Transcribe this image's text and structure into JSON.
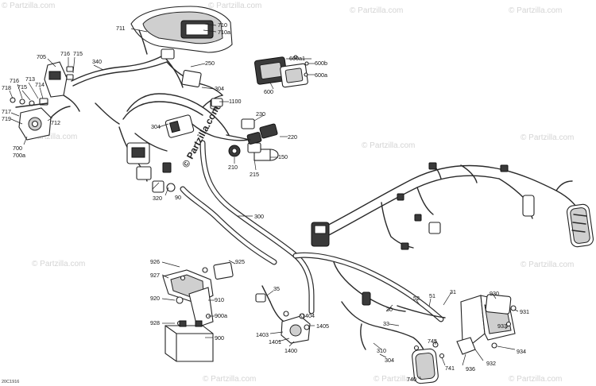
{
  "watermark": "© Partzilla.com",
  "center_brand": "© Partzilla.com",
  "drawing_code": "20C1916",
  "callouts": [
    {
      "id": "c711",
      "label": "711"
    },
    {
      "id": "c710",
      "label": "710"
    },
    {
      "id": "c710a",
      "label": "710a"
    },
    {
      "id": "c705",
      "label": "705"
    },
    {
      "id": "c716a",
      "label": "716"
    },
    {
      "id": "c715a",
      "label": "715"
    },
    {
      "id": "c340",
      "label": "340"
    },
    {
      "id": "c250",
      "label": "250"
    },
    {
      "id": "c716b",
      "label": "716"
    },
    {
      "id": "c718",
      "label": "718"
    },
    {
      "id": "c715b",
      "label": "715"
    },
    {
      "id": "c713",
      "label": "713"
    },
    {
      "id": "c714",
      "label": "714"
    },
    {
      "id": "c717",
      "label": "717"
    },
    {
      "id": "c719",
      "label": "719"
    },
    {
      "id": "c712",
      "label": "712"
    },
    {
      "id": "c700",
      "label": "700"
    },
    {
      "id": "c700a",
      "label": "700a"
    },
    {
      "id": "c304a",
      "label": "304"
    },
    {
      "id": "c1100",
      "label": "1100"
    },
    {
      "id": "c304b",
      "label": "304"
    },
    {
      "id": "c600a1",
      "label": "600a1"
    },
    {
      "id": "c600b",
      "label": "600b"
    },
    {
      "id": "c600a",
      "label": "600a"
    },
    {
      "id": "c600",
      "label": "600"
    },
    {
      "id": "c230",
      "label": "230"
    },
    {
      "id": "c220",
      "label": "220"
    },
    {
      "id": "c150",
      "label": "150"
    },
    {
      "id": "c210",
      "label": "210"
    },
    {
      "id": "c215",
      "label": "215"
    },
    {
      "id": "c320",
      "label": "320"
    },
    {
      "id": "c90",
      "label": "90"
    },
    {
      "id": "c300",
      "label": "300"
    },
    {
      "id": "c926",
      "label": "926"
    },
    {
      "id": "c925",
      "label": "925"
    },
    {
      "id": "c927",
      "label": "927"
    },
    {
      "id": "c920",
      "label": "920"
    },
    {
      "id": "c910",
      "label": "910"
    },
    {
      "id": "c900a",
      "label": "900a"
    },
    {
      "id": "c928",
      "label": "928"
    },
    {
      "id": "c900",
      "label": "900"
    },
    {
      "id": "c35",
      "label": "35"
    },
    {
      "id": "c1404",
      "label": "1404"
    },
    {
      "id": "c1405",
      "label": "1405"
    },
    {
      "id": "c1403",
      "label": "1403"
    },
    {
      "id": "c1401",
      "label": "1401"
    },
    {
      "id": "c1400",
      "label": "1400"
    },
    {
      "id": "c30",
      "label": "30"
    },
    {
      "id": "c52",
      "label": "52"
    },
    {
      "id": "c51",
      "label": "51"
    },
    {
      "id": "c31",
      "label": "31"
    },
    {
      "id": "c33",
      "label": "33"
    },
    {
      "id": "c310",
      "label": "310"
    },
    {
      "id": "c304c",
      "label": "304"
    },
    {
      "id": "c745",
      "label": "745"
    },
    {
      "id": "c741",
      "label": "741"
    },
    {
      "id": "c740",
      "label": "740"
    },
    {
      "id": "c930",
      "label": "930"
    },
    {
      "id": "c931",
      "label": "931"
    },
    {
      "id": "c933",
      "label": "933"
    },
    {
      "id": "c934",
      "label": "934"
    },
    {
      "id": "c932",
      "label": "932"
    },
    {
      "id": "c936",
      "label": "936"
    }
  ]
}
